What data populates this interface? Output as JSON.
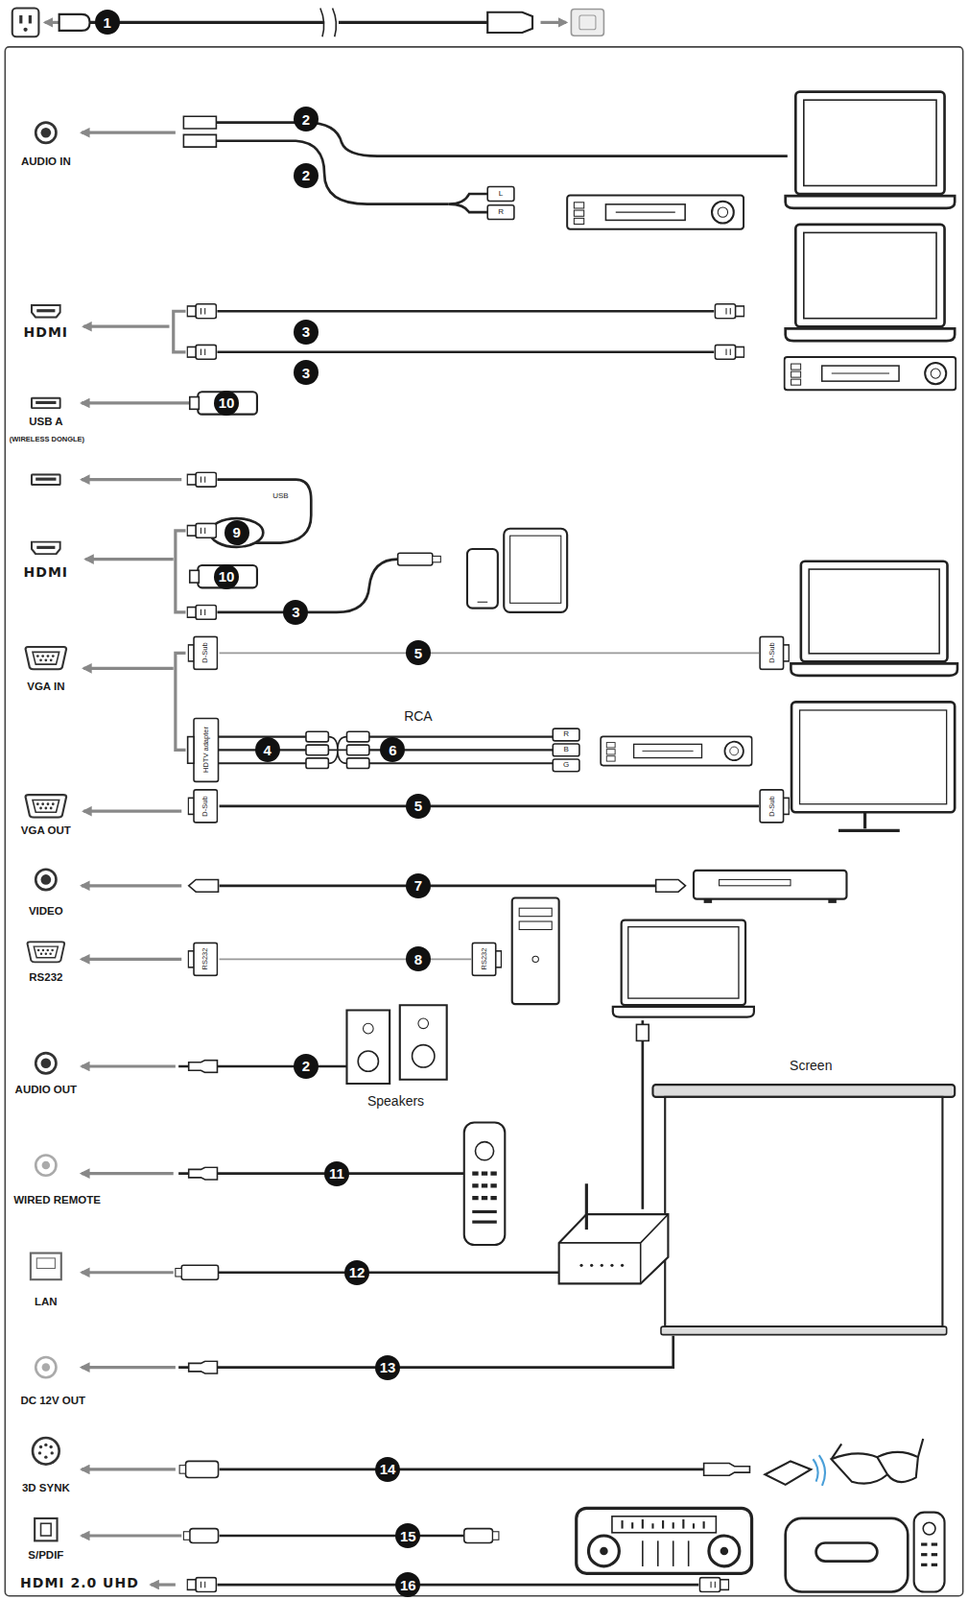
{
  "diagram": {
    "labels": [
      "1",
      "AUDIO IN",
      "2",
      "2",
      "L",
      "R",
      "HDMI",
      "3",
      "3",
      "USB A",
      "(WIRELESS DONGLE)",
      "10",
      "9",
      "USB",
      "HDMI",
      "10",
      "3",
      "D-Sub",
      "5",
      "D-Sub",
      "VGA IN",
      "HDTV adapter",
      "4",
      "6",
      "RCA",
      "R",
      "B",
      "G",
      "VGA OUT",
      "D-Sub",
      "5",
      "D-Sub",
      "VIDEO",
      "7",
      "RS232",
      "RS232",
      "8",
      "RS232",
      "AUDIO OUT",
      "2",
      "Speakers",
      "WIRED REMOTE",
      "11",
      "Screen",
      "LAN",
      "12",
      "DC 12V OUT",
      "13",
      "3D SYNK",
      "14",
      "S/PDIF",
      "15",
      "HDMI 2.0 UHD",
      "16"
    ]
  }
}
